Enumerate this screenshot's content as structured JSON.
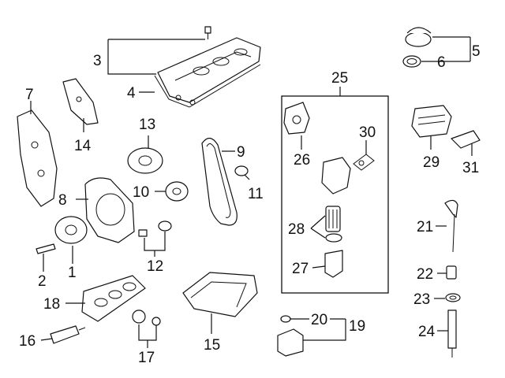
{
  "callouts": {
    "c1": "1",
    "c2": "2",
    "c3": "3",
    "c4": "4",
    "c5": "5",
    "c6": "6",
    "c7": "7",
    "c8": "8",
    "c9": "9",
    "c10": "10",
    "c11": "11",
    "c12": "12",
    "c13": "13",
    "c14": "14",
    "c15": "15",
    "c16": "16",
    "c17": "17",
    "c18": "18",
    "c19": "19",
    "c20": "20",
    "c21": "21",
    "c22": "22",
    "c23": "23",
    "c24": "24",
    "c25": "25",
    "c26": "26",
    "c27": "27",
    "c28": "28",
    "c29": "29",
    "c30": "30",
    "c31": "31"
  },
  "colors": {
    "line": "#111111",
    "background": "#ffffff"
  }
}
